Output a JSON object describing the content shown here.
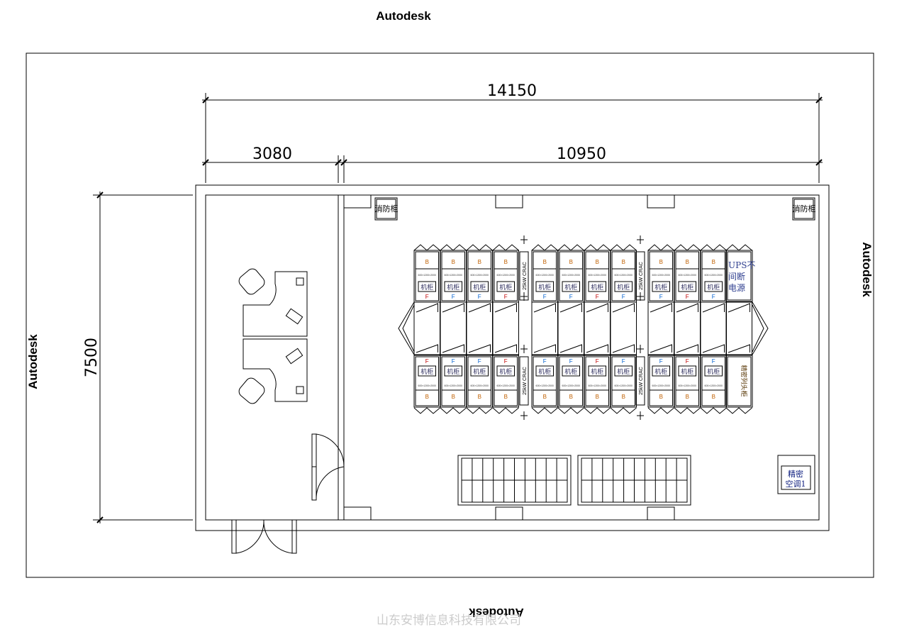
{
  "watermark": "Autodesk",
  "company": "山东安博信息科技有限公司",
  "dimensions": {
    "total_width": "14150",
    "office_width": "3080",
    "room_width": "10950",
    "height": "7500"
  },
  "fire_cabinet": "消防柜",
  "rack": {
    "back": "B",
    "front": "F",
    "size": "600×1200×2000",
    "label": "机柜"
  },
  "crac_label": "25kW CRAC",
  "ups_label": [
    "UPS不",
    "间断",
    "电源"
  ],
  "column_head_cabinet": "精密列头柜",
  "ac_unit": [
    "精密",
    "空调1"
  ],
  "colors": {
    "back": "#c06000",
    "front": "#c00000",
    "front_alt": "#0060d0",
    "watermark_company": "#cccccc"
  }
}
